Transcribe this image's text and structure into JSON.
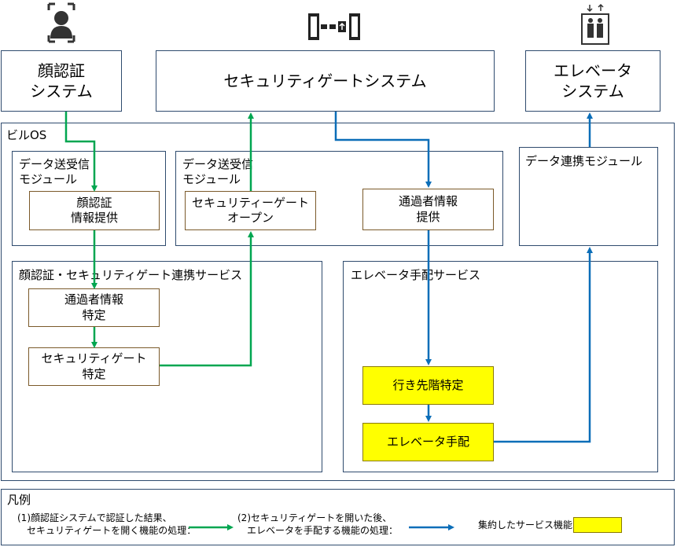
{
  "systems": {
    "face": "顔認証\nシステム",
    "gate": "セキュリティゲートシステム",
    "elevator": "エレベータ\nシステム"
  },
  "building_os": {
    "label": "ビルOS",
    "data_module_left": "データ送受信\nモジュール",
    "data_module_mid": "データ送受信\nモジュール",
    "data_module_right": "データ連携モジュール",
    "face_gate_service": "顔認証・セキュリティゲート連携サービス",
    "elevator_service": "エレベータ手配サービス"
  },
  "functions": {
    "face_info": "顔認証\n情報提供",
    "gate_open": "セキュリティーゲート\nオープン",
    "passer_info": "通過者情報\n提供",
    "identify_passer": "通過者情報\n特定",
    "identify_gate": "セキュリティゲート\n特定",
    "floor": "行き先階特定",
    "arrange": "エレベータ手配"
  },
  "legend": {
    "title": "凡例",
    "item1": "(1)顔認証システムで認証した結果、\n　セキュリティゲートを開く機能の処理：",
    "item2": "(2)セキュリティゲートを開いた後、\n　エレベータを手配する機能の処理：",
    "item3": "集約したサービス機能："
  },
  "colors": {
    "green_flow": "#00a650",
    "blue_flow": "#0b6eb8",
    "highlight": "#ffff00"
  },
  "icons": [
    "face-scan-icon",
    "security-gate-icon",
    "elevator-icon"
  ]
}
